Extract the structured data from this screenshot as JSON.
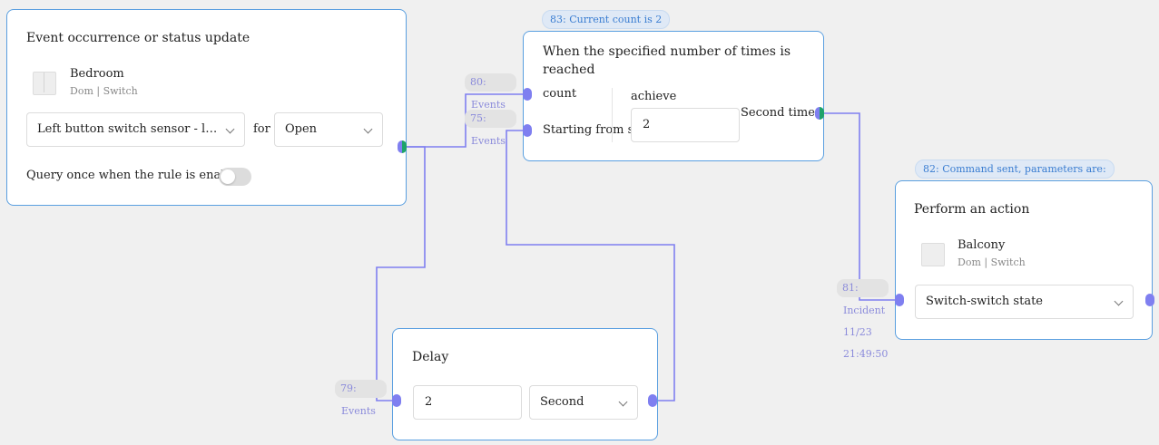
{
  "colors": {
    "accent": "#5a9fe0",
    "wire": "#7f7ff0",
    "port_green": "#1ea36a",
    "status_text": "#3a7dd1"
  },
  "trigger_node": {
    "title": "Event occurrence or status update",
    "device": {
      "icon": "switch-icon",
      "name": "Bedroom",
      "sub": "Dom | Switch"
    },
    "sensor_select": "Left button switch sensor - left b...",
    "for_label": "for",
    "state_select": "Open",
    "query_label": "Query once when the rule is enabled",
    "query_toggle_on": false
  },
  "count_node": {
    "status": "83: Current count is 2",
    "title_line1": "When the specified number of times is",
    "title_line2": "reached",
    "count_label": "count",
    "reset_label": "Starting from scratch",
    "achieve_label": "achieve",
    "achieve_value": "2",
    "output_label": "Second time"
  },
  "delay_node": {
    "title": "Delay",
    "value": "2",
    "unit_select": "Second"
  },
  "action_node": {
    "status": "82: Command sent, parameters are:",
    "title": "Perform an action",
    "device": {
      "icon": "switch-icon",
      "name": "Balcony",
      "sub": "Dom | Switch"
    },
    "action_select": "Switch-switch state"
  },
  "edges": {
    "e80": {
      "id": "80:",
      "label": "Events"
    },
    "e75": {
      "id": "75:",
      "label": "Events"
    },
    "e79": {
      "id": "79:",
      "label": "Events"
    },
    "e81": {
      "id": "81:",
      "label": "Incident",
      "date": "11/23",
      "time": "21:49:50"
    }
  }
}
